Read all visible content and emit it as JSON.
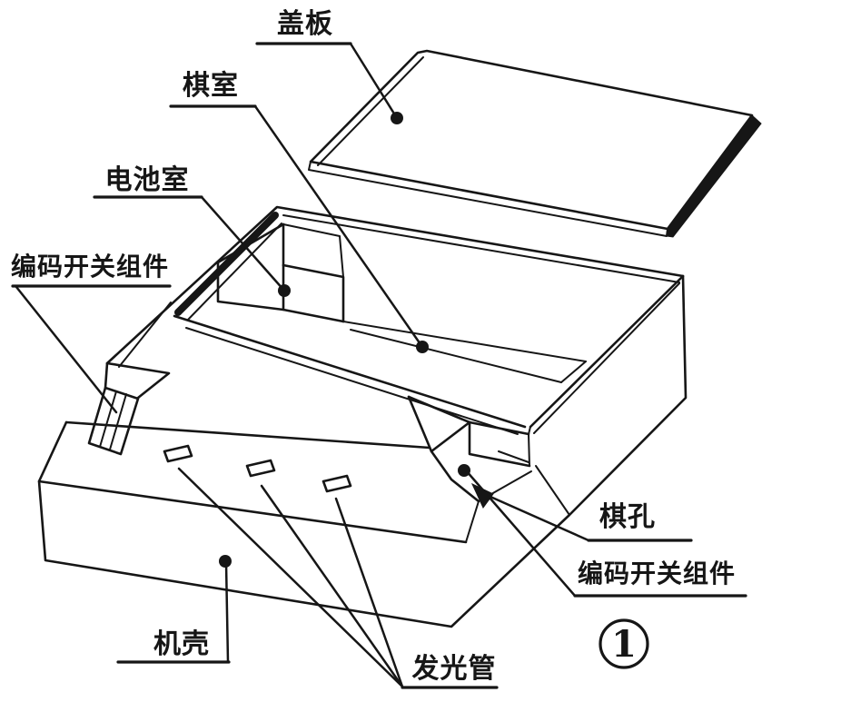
{
  "figure": {
    "number_label": "1",
    "colors": {
      "ink": "#161616",
      "background": "#ffffff"
    },
    "labels": {
      "cover_plate": "盖板",
      "chess_chamber": "棋室",
      "battery_chamber": "电池室",
      "encoder_switch_left": "编码开关组件",
      "chess_hole": "棋孔",
      "encoder_switch_right": "编码开关组件",
      "housing": "机壳",
      "led_tube": "发光管"
    }
  }
}
